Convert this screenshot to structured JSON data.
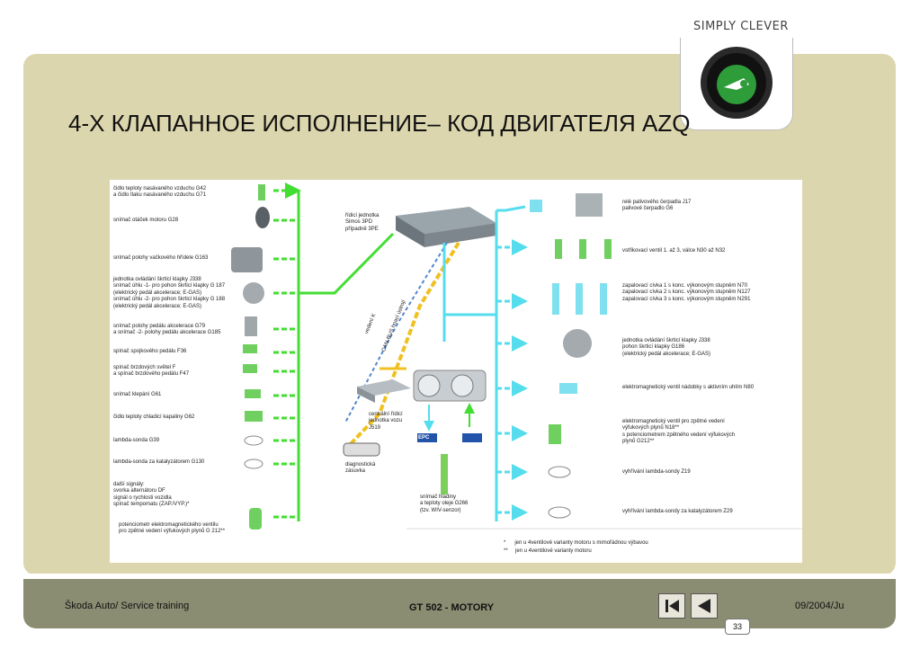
{
  "header": {
    "tagline": "SIMPLY CLEVER",
    "title": "4-Х КЛАПАННОЕ ИСПОЛНЕНИЕ– КОД ДВИГАТЕЛЯ AZQ"
  },
  "diagram": {
    "inputs": [
      "čidlo teploty nasávaného vzduchu G42\na čidlo tlaku nasávaného vzduchu G71",
      "snímač otáček motoru G28",
      "snímač polohy vačkového hřídele G163",
      "jednotka ovládání škrticí klapky J338\nsnímač úhlu -1- pro pohon škrticí klapky G 187\n(elektrický pedál akcelerace; E-GAS)\nsnímač úhlu -2- pro pohon škrticí klapky G 188\n(elektrický pedál akcelerace; E-GAS)",
      "snímač polohy pedálu akcelerace G79\na snímač -2- polohy pedálu akcelerace G185",
      "spínač spojkového pedálu F36",
      "spínač brzdových světel F\na spínač brzdového pedálu F47",
      "snímač klepání G61",
      "čidlo teploty chladicí kapaliny G62",
      "lambda-sonda G39",
      "lambda-sonda za katalyzátorem G130",
      "další signály:\nsvorka alternátoru DF\nsignál o rychlosti vozidla\nspínač tempomatu (ZAP./VYP.)*",
      "potenciometr elektromagnetického ventilu\npro zpětné vedení výfukových plynů G 212**"
    ],
    "ecu": "řídicí jednotka\nSimos 3PD\npřípadně 3PE",
    "wire_k": "vedení K",
    "can_bus": "CAN-BUS hnací ústrojí",
    "central_unit": "centrální řídicí\njednotka vozu\nJ519",
    "diag_socket": "diagnostická\nzásuvka",
    "oil_sensor": "snímač hladiny\na teploty oleje G266\n(tzv. WIV-senzor)",
    "epc": "EPC",
    "outputs": [
      "relé palivového čerpadla J17\npalivové čerpadlo G6",
      "vstřikovací ventil 1. až 3, válce N30 až N32",
      "zapalovací cívka 1 s konc. výkonovým stupněm N70\nzapalovací cívka 2 s konc. výkonovým stupněm N127\nzapalovací cívka 3 s konc. výkonovým stupněm N291",
      "jednotka ovládání škrticí klapky J338\npohon škrticí klapky G186\n(elektrický pedál akcelerace; E-GAS)",
      "elektromagnetický ventil nádobky s aktivním uhlím N80",
      "elektromagnetický ventil pro zpětné vedení\nvýfukových plynů N18**\ns potenciometrem zpětného vedení výfukových\nplynů G212**",
      "vyhřívání lambda-sondy Z19",
      "vyhřívání lambda-sondy za katalyzátorem Z29"
    ],
    "notes": [
      "*      jen u 4ventilové varianty motoru s mimořádnou výbavou",
      "**     jen u 4ventilové varianty motoru"
    ]
  },
  "footer": {
    "left": "Škoda Auto/ Service training",
    "center": "GT 502 - MOTORY",
    "right": "09/2004/Ju",
    "page": "33"
  },
  "colors": {
    "panel": "#dcd6ae",
    "footer": "#8a8d72",
    "input_arrow": "#44dd33",
    "output_arrow": "#55ddee",
    "can_bus": "#f0c020",
    "wire_k": "#5588cc"
  }
}
